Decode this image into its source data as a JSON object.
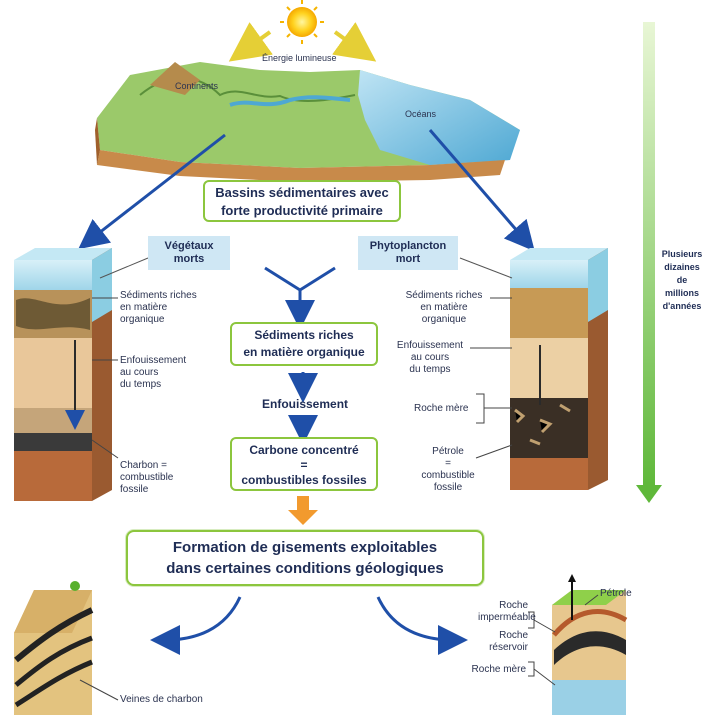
{
  "top": {
    "energy_label": "Énergie lumineuse",
    "continents_label": "Continents",
    "oceans_label": "Océans"
  },
  "bassins_box": {
    "line1": "Bassins sédimentaires avec",
    "line2": "forte productivité primaire"
  },
  "vegetaux_box": {
    "line1": "Végétaux",
    "line2": "morts"
  },
  "phyto_box": {
    "line1": "Phytoplancton",
    "line2": "mort"
  },
  "center_flow": {
    "sediments_line1": "Sédiments riches",
    "sediments_line2": "en matière organique",
    "enfouissement": "Enfouissement",
    "carbone_line1": "Carbone concentré",
    "carbone_eq": "=",
    "carbone_line2": "combustibles fossiles"
  },
  "left_block": {
    "sediments": [
      "Sédiments riches",
      "en matière",
      "organique"
    ],
    "enfouissement": [
      "Enfouissement",
      "au cours",
      "du temps"
    ],
    "charbon": [
      "Charbon =",
      "combustible",
      "fossile"
    ]
  },
  "right_block": {
    "sediments": [
      "Sédiments riches",
      "en matière",
      "organique"
    ],
    "enfouissement": [
      "Enfouissement",
      "au cours",
      "du temps"
    ],
    "roche_mere": "Roche mère",
    "petrole": [
      "Pétrole",
      "=",
      "combustible",
      "fossile"
    ]
  },
  "time_arrow": {
    "lines": [
      "Plusieurs",
      "dizaines",
      "de",
      "millions",
      "d'années"
    ]
  },
  "formation_box": {
    "line1": "Formation de gisements exploitables",
    "line2": "dans certaines conditions géologiques"
  },
  "bottom_left": {
    "veines": "Veines de charbon"
  },
  "bottom_right": {
    "petrole": "Pétrole",
    "impermeable": [
      "Roche",
      "imperméable"
    ],
    "reservoir": [
      "Roche",
      "réservoir"
    ],
    "roche_mere": "Roche mère"
  },
  "colors": {
    "green_border": "#8cc63e",
    "blue_arrow": "#1f4fa8",
    "orange_arrow": "#f29a2e",
    "box_fill": "#cfe7f4"
  }
}
